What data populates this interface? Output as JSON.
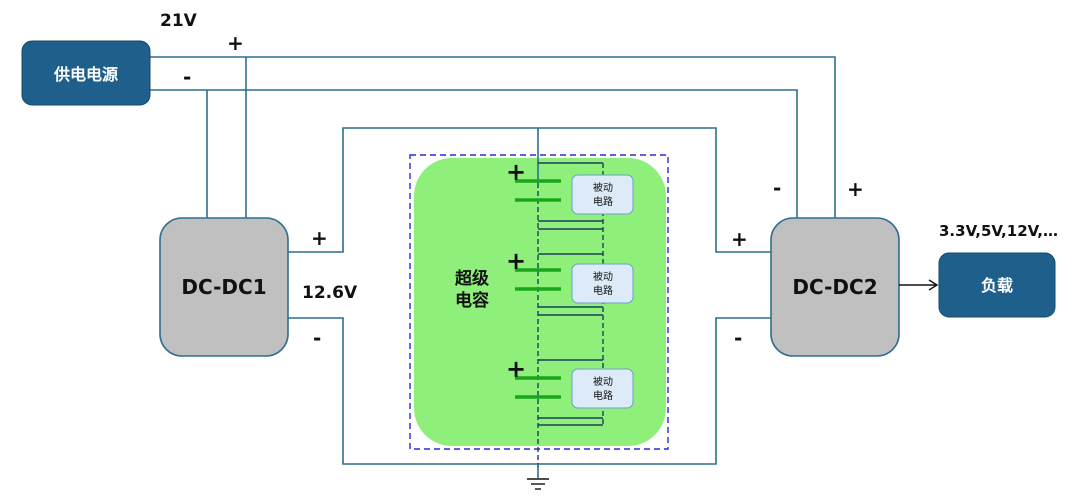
{
  "diagram": {
    "input_voltage": "21V",
    "mid_voltage": "12.6V",
    "output_voltages": "3.3V,5V,12V,…",
    "supply_label": "供电电源",
    "dcdc1_label": "DC-DC1",
    "dcdc2_label": "DC-DC2",
    "load_label": "负载",
    "supercap_label": [
      "超级",
      "电容"
    ],
    "passive_circuit_label": [
      "被动",
      "电路"
    ],
    "plus": "+",
    "minus": "-"
  },
  "colors": {
    "wire": "#2f6e8e",
    "dark_box": "#1f5f8b",
    "gray_box": "#c0c0c0",
    "green_region": "#8ef07a",
    "capacitor": "#1aa51a",
    "passive_box": "#dcebf7",
    "dashed_border": "#2b2bd6"
  }
}
